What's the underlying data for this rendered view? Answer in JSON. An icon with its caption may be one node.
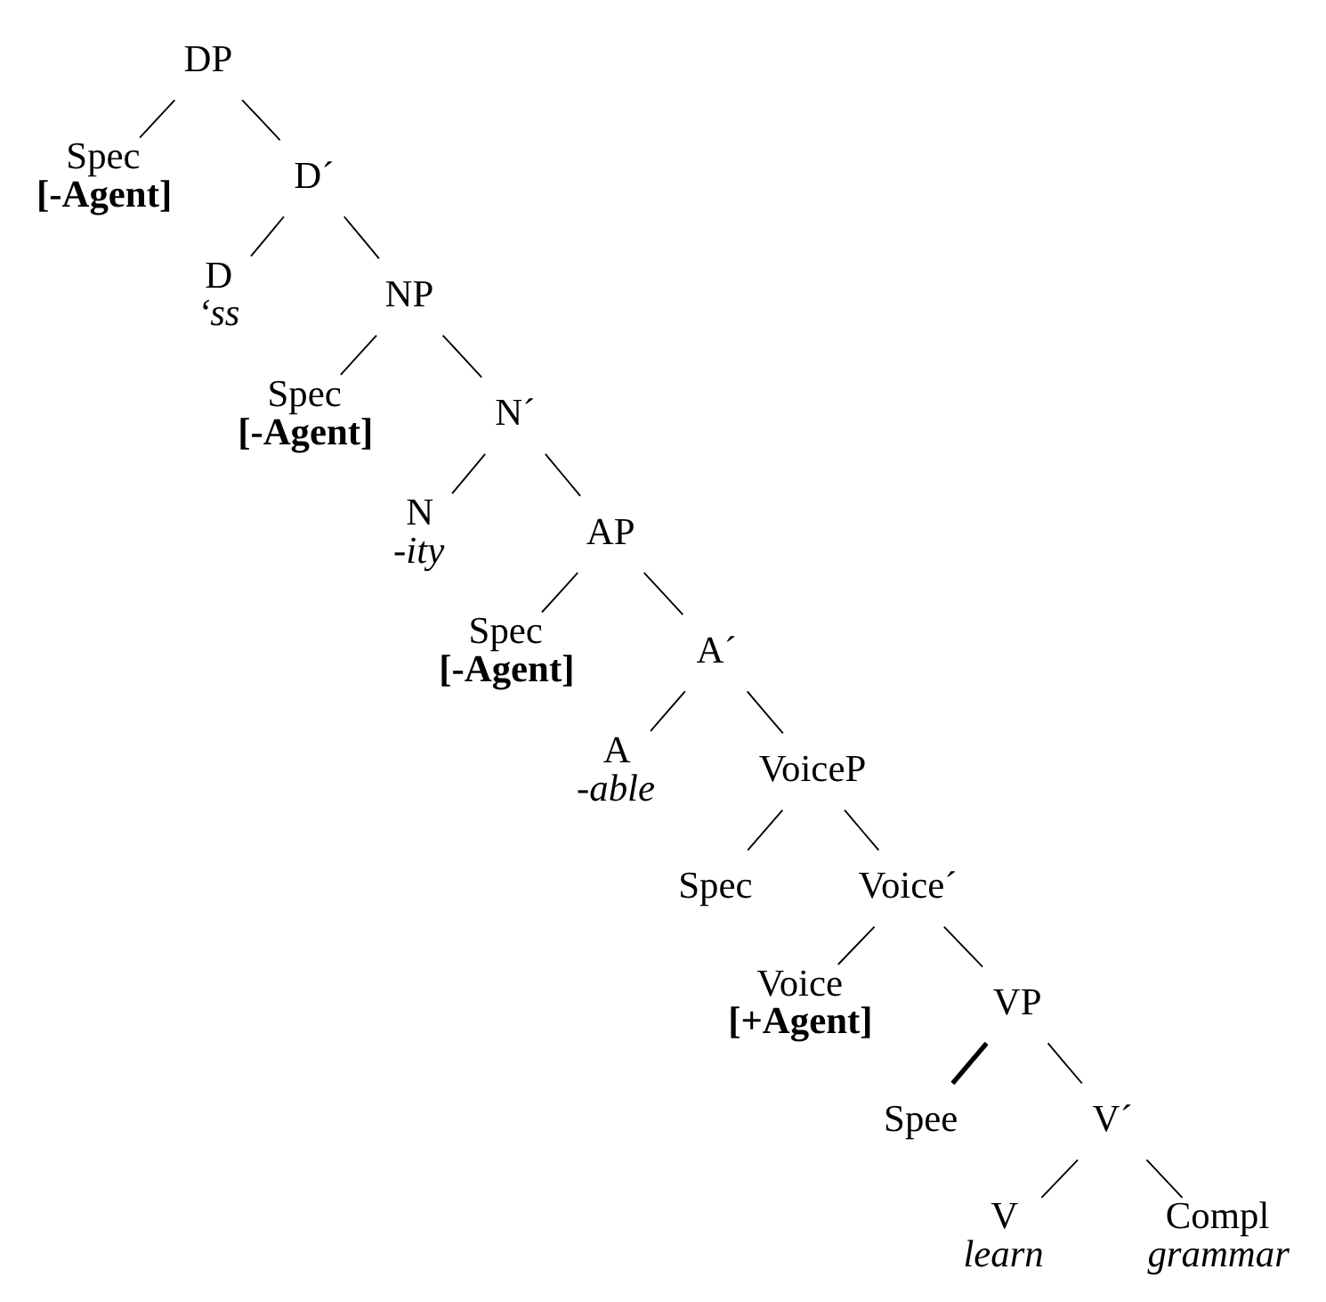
{
  "diagram": {
    "nodes": [
      {
        "text": [
          "DP"
        ]
      },
      {
        "text": [
          "Spec",
          "[-Agent]"
        ]
      },
      {
        "text": [
          "D´"
        ]
      },
      {
        "text": [
          "D",
          "‘ss"
        ]
      },
      {
        "text": [
          "NP"
        ]
      },
      {
        "text": [
          "Spec",
          "[-Agent]"
        ]
      },
      {
        "text": [
          "N´"
        ]
      },
      {
        "text": [
          "N",
          "-ity"
        ]
      },
      {
        "text": [
          "AP"
        ]
      },
      {
        "text": [
          "Spec",
          "[-Agent]"
        ]
      },
      {
        "text": [
          "A´"
        ]
      },
      {
        "text": [
          "A",
          "-able"
        ]
      },
      {
        "text": [
          "VoiceP"
        ]
      },
      {
        "text": [
          "Spec"
        ]
      },
      {
        "text": [
          "Voice´"
        ]
      },
      {
        "text": [
          "Voice",
          "[+Agent]"
        ]
      },
      {
        "text": [
          "VP"
        ]
      },
      {
        "text": [
          "Spee"
        ]
      },
      {
        "text": [
          "V´"
        ]
      },
      {
        "text": [
          "V",
          "learn"
        ]
      },
      {
        "text": [
          "Compl",
          "grammar"
        ]
      }
    ],
    "edges": [
      {
        "from": 0,
        "to": 1,
        "arrow": "none"
      },
      {
        "from": 0,
        "to": 2,
        "arrow": "none"
      },
      {
        "from": 2,
        "to": 3,
        "arrow": "none"
      },
      {
        "from": 2,
        "to": 4,
        "arrow": "none"
      },
      {
        "from": 4,
        "to": 5,
        "arrow": "none"
      },
      {
        "from": 4,
        "to": 6,
        "arrow": "none"
      },
      {
        "from": 6,
        "to": 7,
        "arrow": "none"
      },
      {
        "from": 6,
        "to": 8,
        "arrow": "none"
      },
      {
        "from": 8,
        "to": 9,
        "arrow": "none"
      },
      {
        "from": 8,
        "to": 10,
        "arrow": "none"
      },
      {
        "from": 10,
        "to": 11,
        "arrow": "none"
      },
      {
        "from": 10,
        "to": 12,
        "arrow": "none"
      },
      {
        "from": 12,
        "to": 13,
        "arrow": "none"
      },
      {
        "from": 12,
        "to": 14,
        "arrow": "none"
      },
      {
        "from": 14,
        "to": 15,
        "arrow": "none"
      },
      {
        "from": 14,
        "to": 16,
        "arrow": "none"
      },
      {
        "from": 16,
        "to": 17,
        "arrow": "none",
        "style": "thick"
      },
      {
        "from": 16,
        "to": 18,
        "arrow": "none"
      },
      {
        "from": 18,
        "to": 19,
        "arrow": "none"
      },
      {
        "from": 18,
        "to": 20,
        "arrow": "none"
      }
    ]
  }
}
